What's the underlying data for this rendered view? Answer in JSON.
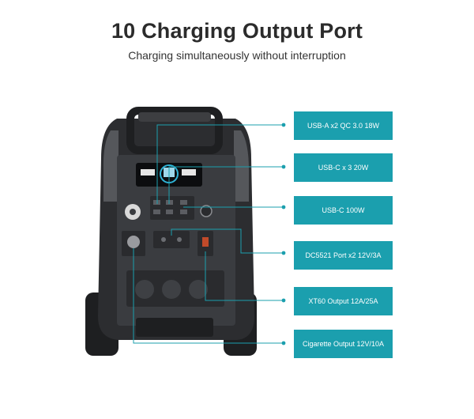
{
  "header": {
    "title": "10 Charging Output Port",
    "subtitle": "Charging simultaneously without interruption"
  },
  "callouts": [
    {
      "label": "USB-A x2  QC 3.0  18W"
    },
    {
      "label": "USB-C x 3  20W"
    },
    {
      "label": "USB-C 100W"
    },
    {
      "label": "DC5521 Port x2  12V/3A"
    },
    {
      "label": "XT60 Output  12A/25A"
    },
    {
      "label": "Cigarette Output  12V/10A"
    }
  ],
  "colors": {
    "accent": "#1b9fae",
    "device_body": "#3a3b3d",
    "device_dark": "#1e1f21",
    "device_panel": "#4a4c50"
  }
}
